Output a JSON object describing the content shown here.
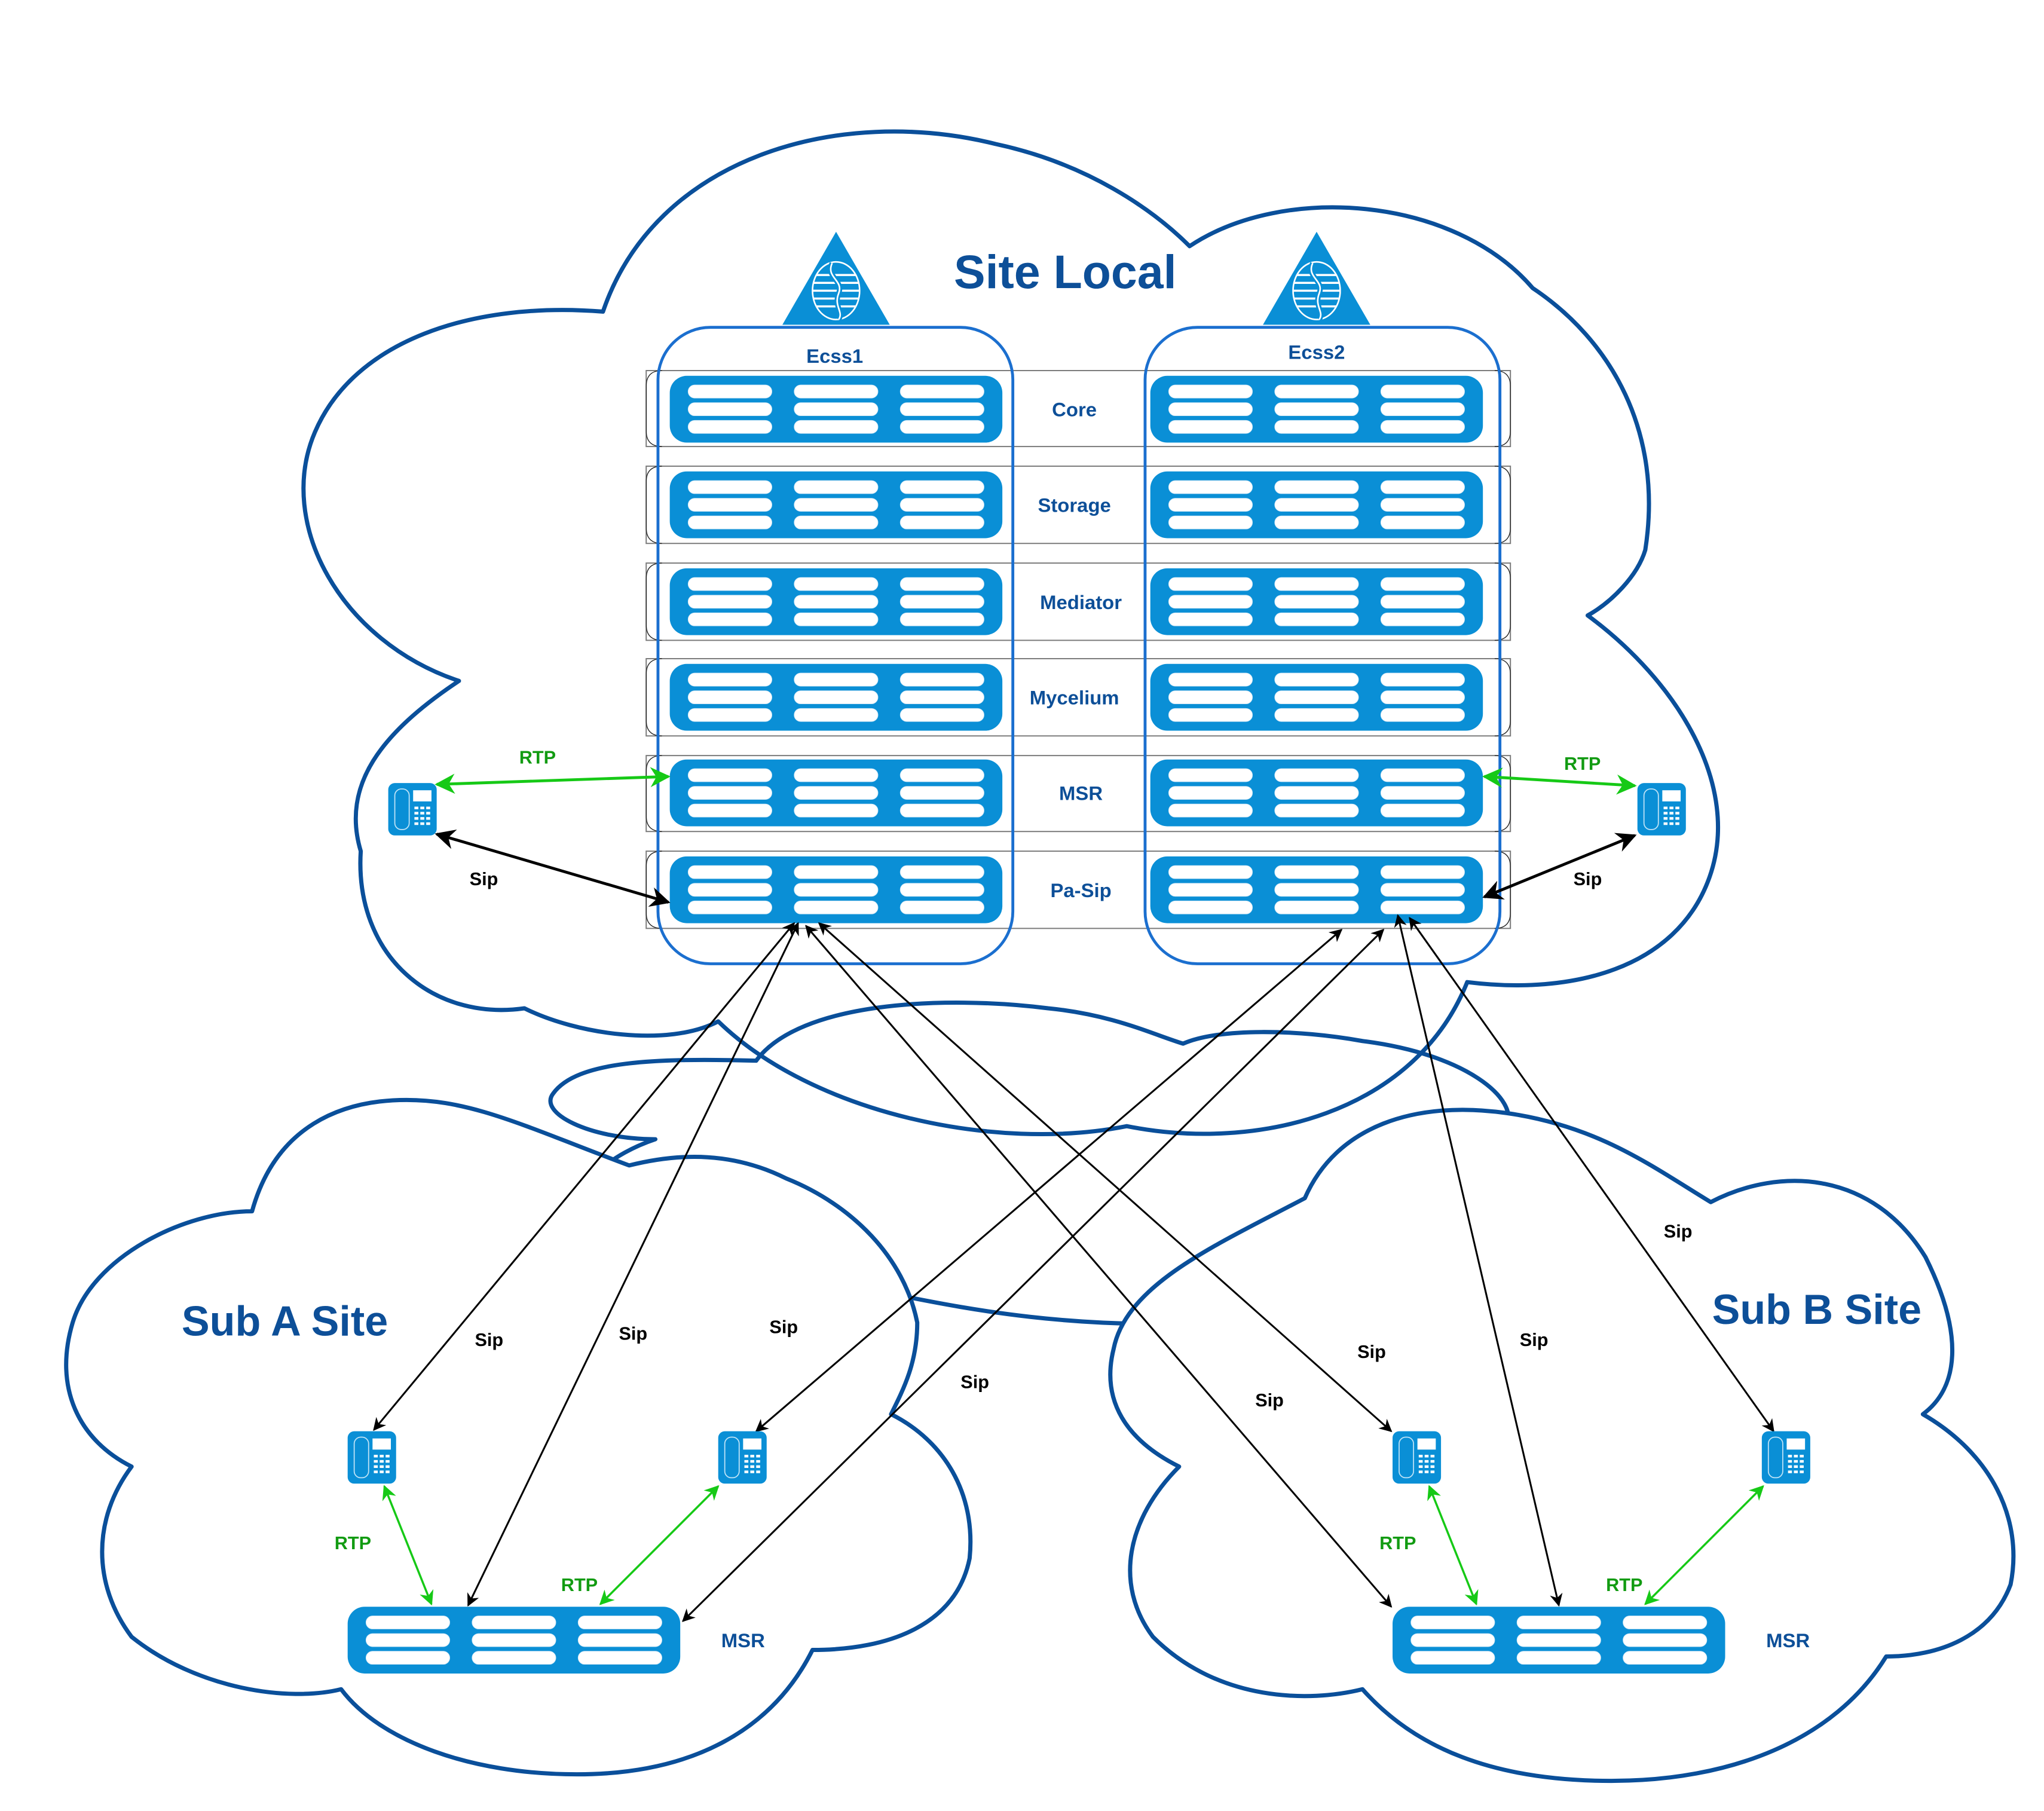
{
  "diagram": {
    "title": "Site Local",
    "colors": {
      "cloud_stroke": "#0a4f9a",
      "server_fill": "#0a8fd6",
      "ecss_container_stroke": "#1b6fcf",
      "sip_arrow": "#000000",
      "rtp_arrow": "#16c916",
      "rtp_label": "#129b12",
      "label_text": "#0d4f98"
    },
    "site_local": {
      "title": "Site Local",
      "clusters": [
        {
          "label": "Ecss1",
          "icon": "ecss-logo-icon"
        },
        {
          "label": "Ecss2",
          "icon": "ecss-logo-icon"
        }
      ],
      "rows": [
        "Core",
        "Storage",
        "Mediator",
        "Mycelium",
        "MSR",
        "Pa-Sip"
      ],
      "left_phone": {
        "rtp_label": "RTP",
        "sip_label": "Sip"
      },
      "right_phone": {
        "rtp_label": "RTP",
        "sip_label": "Sip"
      }
    },
    "sub_a": {
      "title": "Sub A Site",
      "server_label": "MSR",
      "rtp_labels": [
        "RTP",
        "RTP"
      ],
      "sip_labels": [
        "Sip",
        "Sip",
        "Sip",
        "Sip"
      ]
    },
    "sub_b": {
      "title": "Sub B Site",
      "server_label": "MSR",
      "rtp_labels": [
        "RTP",
        "RTP"
      ],
      "sip_labels": [
        "Sip",
        "Sip",
        "Sip",
        "Sip"
      ]
    }
  }
}
